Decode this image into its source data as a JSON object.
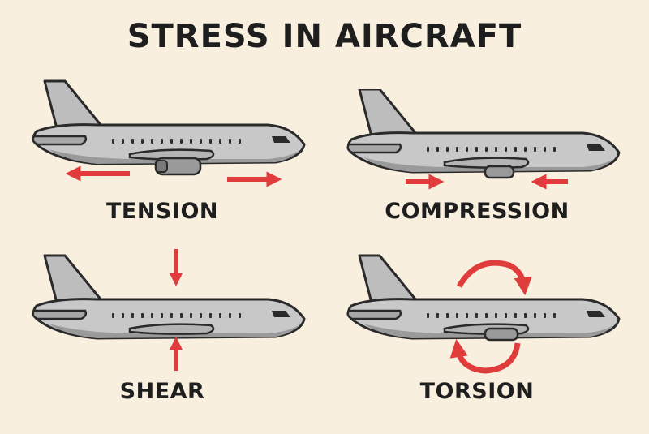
{
  "title": "STRESS IN AIRCRAFT",
  "panels": [
    {
      "id": "tension",
      "label": "TENSION"
    },
    {
      "id": "compression",
      "label": "COMPRESSION"
    },
    {
      "id": "shear",
      "label": "SHEAR"
    },
    {
      "id": "torsion",
      "label": "TORSION"
    }
  ],
  "colors": {
    "background": "#f8efdf",
    "fuselage": "#c8c8c8",
    "outline": "#2a2a2a",
    "arrow": "#e03c3c",
    "text": "#1e1e1e"
  },
  "icons": [
    "airplane-icon",
    "arrow-left-icon",
    "arrow-right-icon",
    "arrow-down-icon",
    "arrow-up-icon",
    "rotation-arrow-icon"
  ]
}
